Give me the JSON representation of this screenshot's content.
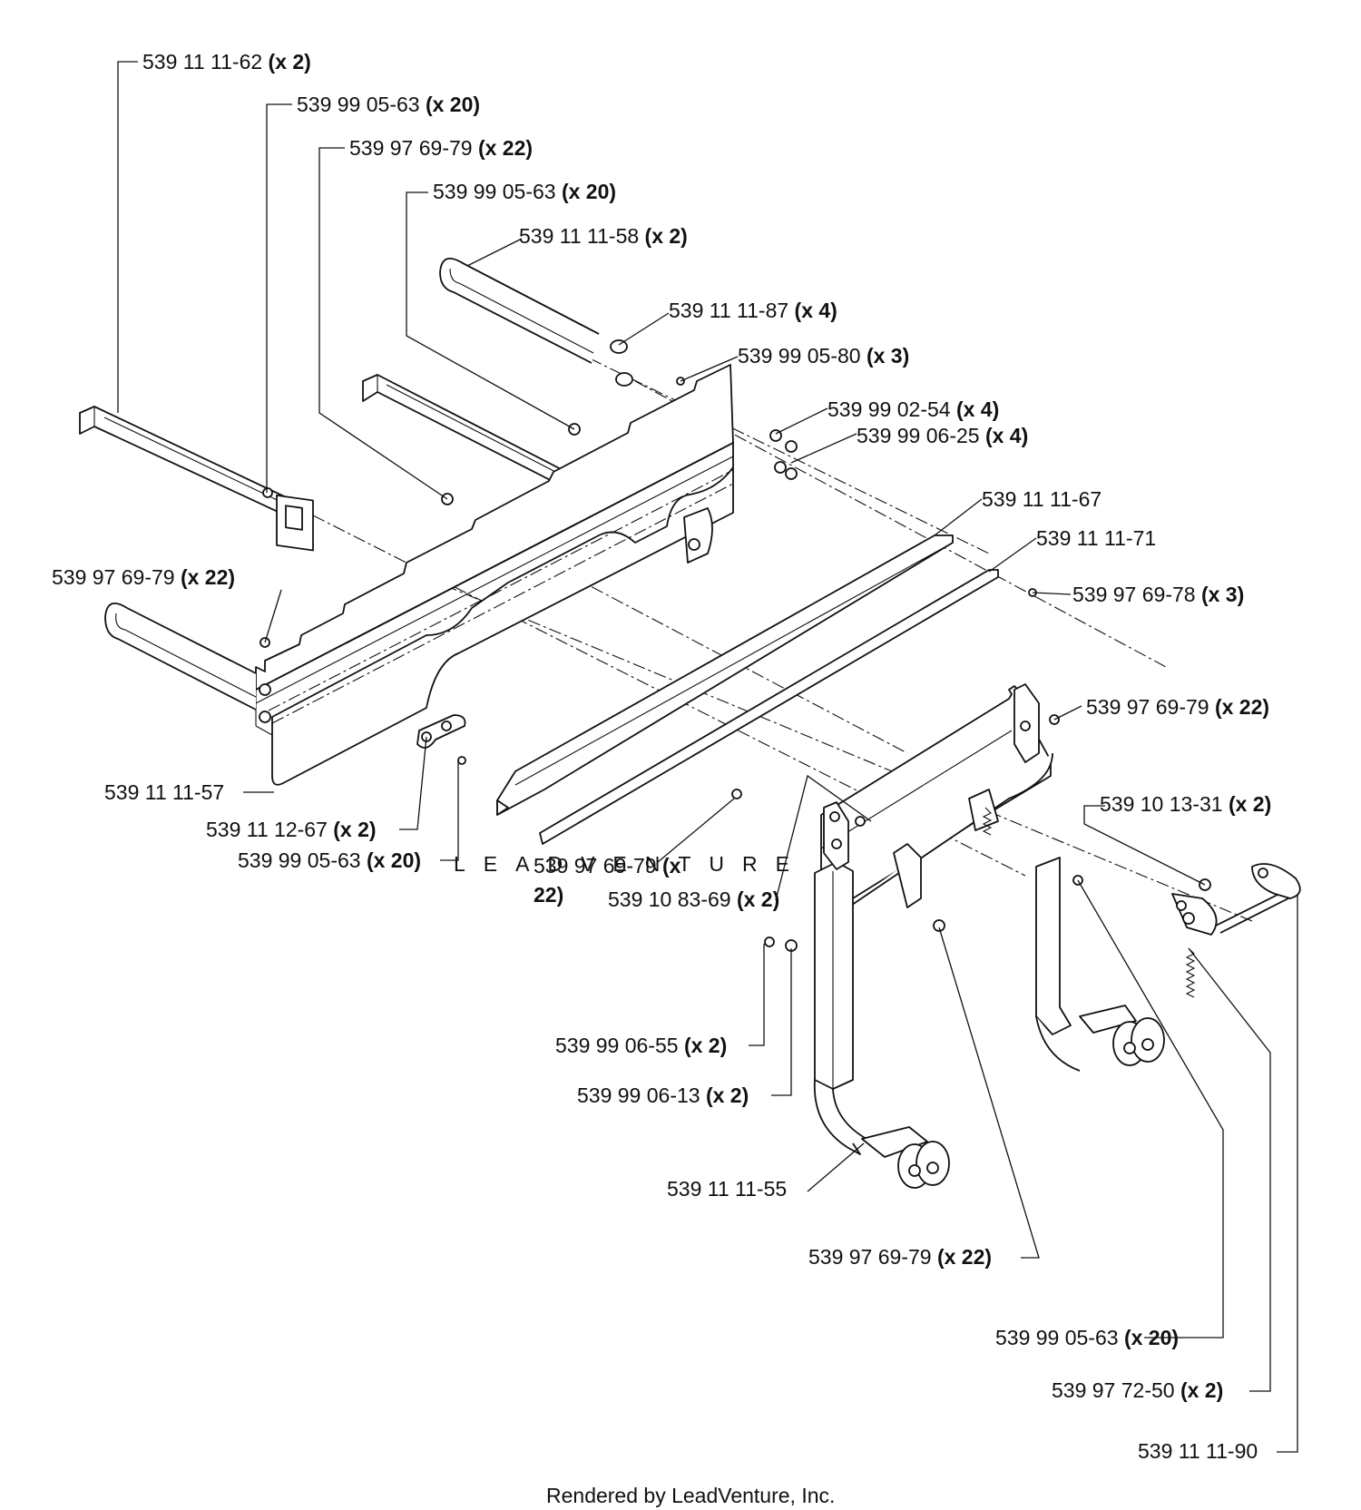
{
  "watermark": "LEADVENTURE",
  "footer": "Rendered by LeadVenture, Inc.",
  "callouts": [
    {
      "id": "c1",
      "part": "539 11 11-62",
      "qty": "(x 2)"
    },
    {
      "id": "c2",
      "part": "539 99 05-63",
      "qty": "(x 20)"
    },
    {
      "id": "c3",
      "part": "539 97 69-79",
      "qty": "(x 22)"
    },
    {
      "id": "c4",
      "part": "539 99 05-63",
      "qty": "(x 20)"
    },
    {
      "id": "c5",
      "part": "539 11 11-58",
      "qty": "(x 2)"
    },
    {
      "id": "c6",
      "part": "539 11 11-87",
      "qty": "(x 4)"
    },
    {
      "id": "c7",
      "part": "539 99 05-80",
      "qty": "(x 3)"
    },
    {
      "id": "c8",
      "part": "539 99 02-54",
      "qty": "(x 4)"
    },
    {
      "id": "c9",
      "part": "539 99 06-25",
      "qty": "(x 4)"
    },
    {
      "id": "c10",
      "part": "539 11 11-67",
      "qty": ""
    },
    {
      "id": "c11",
      "part": "539 11 11-71",
      "qty": ""
    },
    {
      "id": "c12",
      "part": "539 97 69-78",
      "qty": "(x 3)"
    },
    {
      "id": "c13",
      "part": "539 97 69-79",
      "qty": "(x 22)"
    },
    {
      "id": "c14",
      "part": "539 97 69-79",
      "qty": "(x 22)"
    },
    {
      "id": "c15",
      "part": "539 11 11-57",
      "qty": ""
    },
    {
      "id": "c16",
      "part": "539 10 13-31",
      "qty": "(x 2)"
    },
    {
      "id": "c17",
      "part": "539 11 12-67",
      "qty": "(x 2)"
    },
    {
      "id": "c18",
      "part": "539 99 05-63",
      "qty": "(x 20)"
    },
    {
      "id": "c19",
      "part": "539 97 69-79",
      "qty": "(x",
      "qty2": "22)"
    },
    {
      "id": "c20",
      "part": "539 10 83-69",
      "qty": "(x 2)"
    },
    {
      "id": "c21",
      "part": "539 99 06-55",
      "qty": "(x 2)"
    },
    {
      "id": "c22",
      "part": "539 99 06-13",
      "qty": "(x 2)"
    },
    {
      "id": "c23",
      "part": "539 11 11-55",
      "qty": ""
    },
    {
      "id": "c24",
      "part": "539 97 69-79",
      "qty": "(x 22)"
    },
    {
      "id": "c25",
      "part": "539 99 05-63",
      "qty": "(x 20)"
    },
    {
      "id": "c26",
      "part": "539 97 72-50",
      "qty": "(x 2)"
    },
    {
      "id": "c27",
      "part": "539 11 11-90",
      "qty": ""
    }
  ]
}
